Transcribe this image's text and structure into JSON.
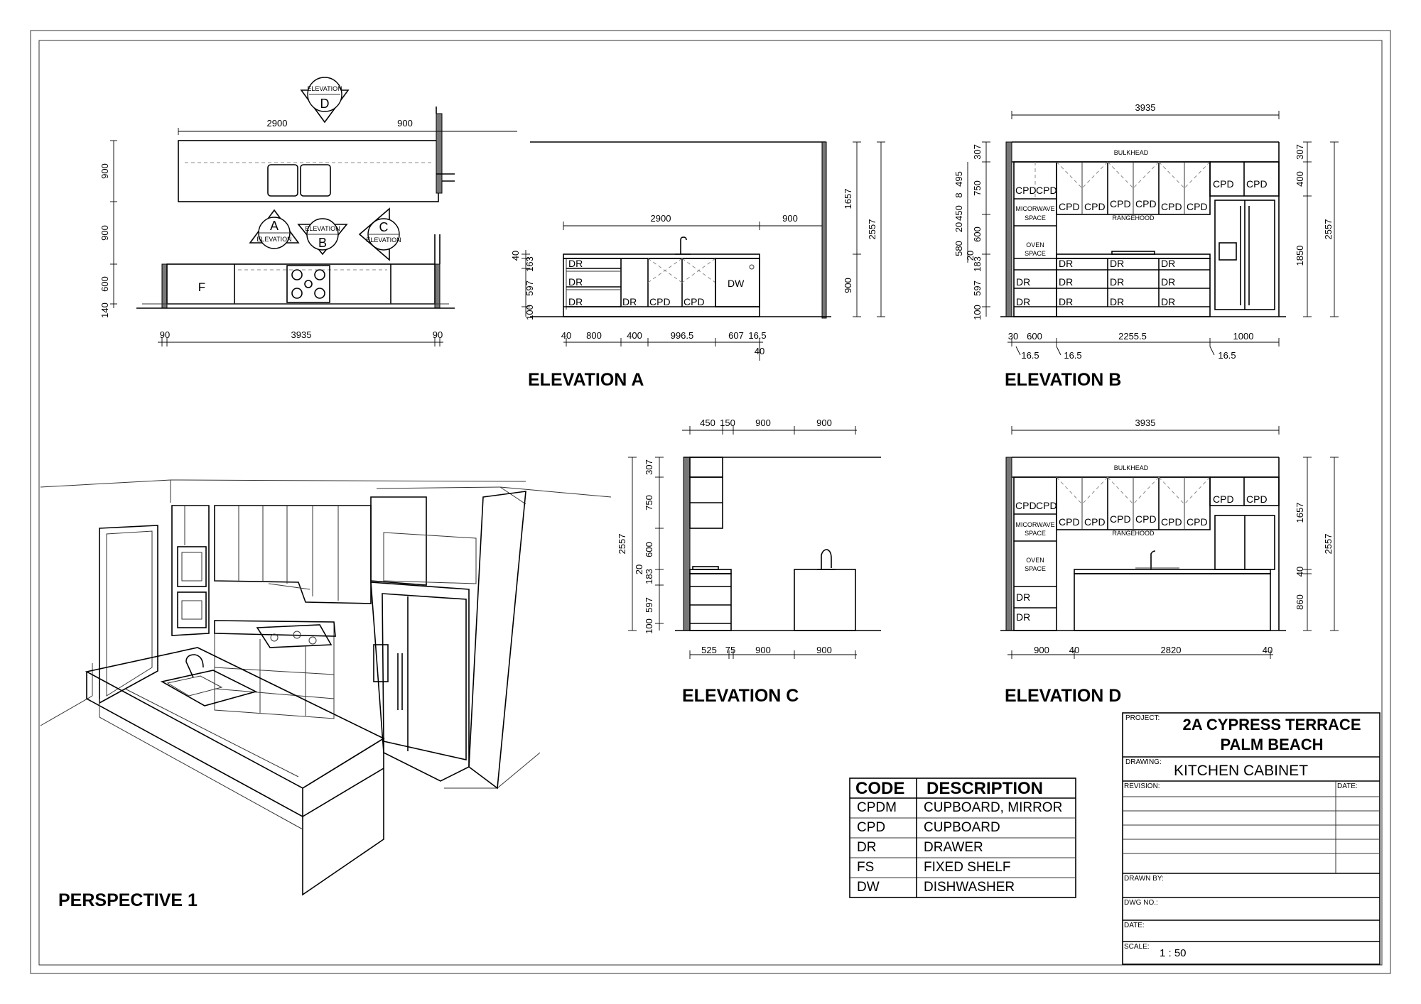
{
  "titles": {
    "elevation_a": "ELEVATION A",
    "elevation_b": "ELEVATION B",
    "elevation_c": "ELEVATION C",
    "elevation_d": "ELEVATION D",
    "perspective": "PERSPECTIVE 1"
  },
  "markers": {
    "d": "D",
    "a": "A",
    "b": "B",
    "c": "C",
    "elevation": "ELEVATION"
  },
  "plan": {
    "dims": [
      "2900",
      "900",
      "900",
      "900",
      "600",
      "140",
      "90",
      "3935",
      "90"
    ],
    "fridge_label": "F"
  },
  "elev_a": {
    "dims_top": [
      "2900",
      "900"
    ],
    "dims_left": [
      "40",
      "163",
      "597",
      "100"
    ],
    "dims_right": [
      "1657",
      "900",
      "2557"
    ],
    "dims_bottom": [
      "40",
      "800",
      "400",
      "996.5",
      "607",
      "16.5",
      "40"
    ],
    "cells": [
      "DR",
      "DR",
      "DR",
      "DR",
      "CPD",
      "CPD",
      "DW"
    ]
  },
  "elev_b": {
    "dim_top": "3935",
    "bulkhead": "BULKHEAD",
    "dims_left": [
      "307",
      "495",
      "8",
      "750",
      "450",
      "20",
      "600",
      "580",
      "20",
      "183",
      "597",
      "100"
    ],
    "dims_right": [
      "307",
      "400",
      "1850",
      "2557"
    ],
    "dims_bottom": [
      "30",
      "600",
      "2255.5",
      "1000",
      "16.5",
      "16.5",
      "16.5"
    ],
    "cpd": "CPD",
    "microwave": [
      "MICORWAVE",
      "SPACE"
    ],
    "oven": [
      "OVEN",
      "SPACE"
    ],
    "rangehood": "RANGEHOOD",
    "dr": "DR"
  },
  "elev_c": {
    "dims_top": [
      "450",
      "150",
      "900",
      "900"
    ],
    "dims_left": [
      "307",
      "750",
      "2557",
      "600",
      "20",
      "183",
      "597",
      "100"
    ],
    "dims_bottom": [
      "525",
      "75",
      "900",
      "900"
    ]
  },
  "elev_d": {
    "dim_top": "3935",
    "bulkhead": "BULKHEAD",
    "dims_right": [
      "1657",
      "40",
      "860",
      "2557"
    ],
    "dims_bottom": [
      "900",
      "40",
      "2820",
      "40"
    ],
    "cpd": "CPD",
    "microwave": [
      "MICORWAVE",
      "SPACE"
    ],
    "oven": [
      "OVEN",
      "SPACE"
    ],
    "rangehood": "RANGEHOOD",
    "dr": "DR"
  },
  "legend": {
    "headers": [
      "CODE",
      "DESCRIPTION"
    ],
    "rows": [
      [
        "CPDM",
        "CUPBOARD, MIRROR"
      ],
      [
        "CPD",
        "CUPBOARD"
      ],
      [
        "DR",
        "DRAWER"
      ],
      [
        "FS",
        "FIXED SHELF"
      ],
      [
        "DW",
        "DISHWASHER"
      ]
    ]
  },
  "title_block": {
    "project_label": "PROJECT:",
    "project_line1": "2A CYPRESS TERRACE",
    "project_line2": "PALM BEACH",
    "drawing_label": "DRAWING:",
    "drawing_value": "KITCHEN CABINET",
    "revision_label": "REVISION:",
    "date_label_right": "DATE:",
    "drawn_by_label": "DRAWN BY:",
    "dwg_no_label": "DWG NO.:",
    "date_label": "DATE:",
    "scale_label": "SCALE:",
    "scale_value": "1 : 50"
  }
}
